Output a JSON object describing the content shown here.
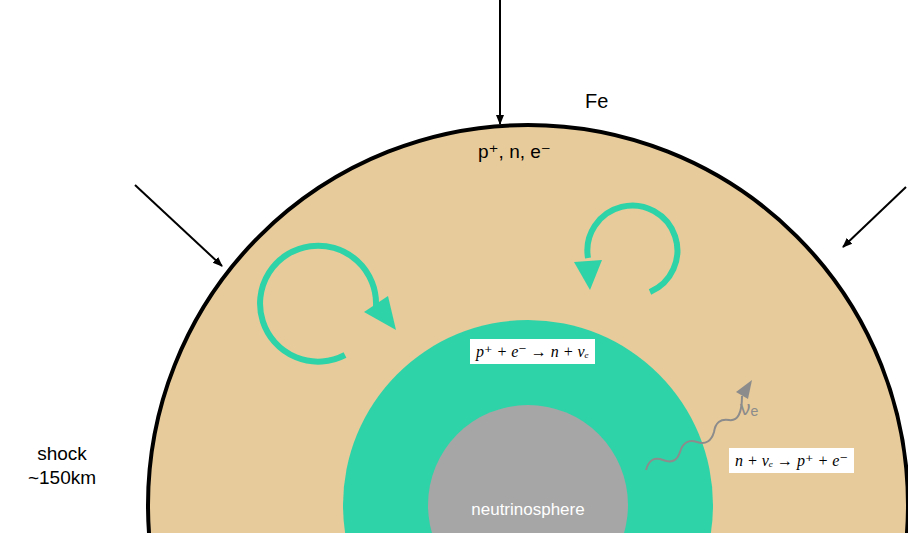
{
  "diagram": {
    "nodes": [
      {
        "text": [
          "neutrinosphere"
        ]
      },
      {
        "text": [
          "p⁺ + e⁻ → n + νₑ"
        ]
      },
      {
        "text": [
          "n + νₑ → p⁺ + e⁻"
        ]
      }
    ],
    "labels": [
      "Fe",
      "p⁺, n, e⁻",
      "νₑ",
      "shock ~150km"
    ]
  }
}
